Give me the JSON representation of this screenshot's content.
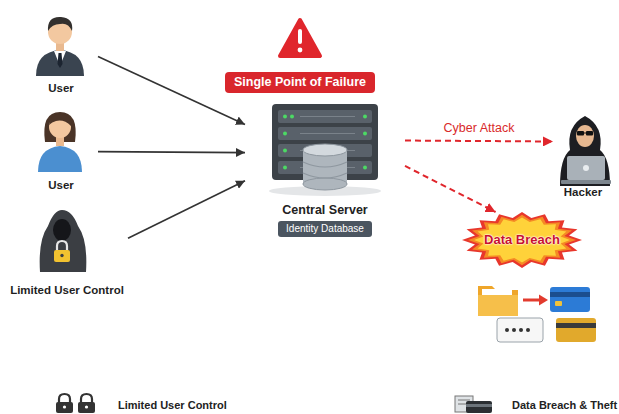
{
  "diagram": {
    "nodes": [
      {
        "text": [
          "User"
        ]
      },
      {
        "text": [
          "User"
        ]
      },
      {
        "text": [
          "Limited User Control"
        ]
      },
      {
        "text": [
          "Single Point of Failure"
        ]
      },
      {
        "text": [
          "Central Server"
        ]
      },
      {
        "text": [
          "Identity Database"
        ],
        "in": 4
      },
      {
        "text": [
          "Hacker"
        ]
      },
      {
        "text": [
          "Data Breach"
        ]
      }
    ],
    "edges": [
      {
        "from": 0,
        "to": 4,
        "arrow": "to"
      },
      {
        "from": 1,
        "to": 4,
        "arrow": "to"
      },
      {
        "from": 2,
        "to": 4,
        "arrow": "to"
      },
      {
        "from": 4,
        "to": 6,
        "label": "Cyber Attack",
        "arrow": "to"
      },
      {
        "from": 4,
        "to": 7,
        "arrow": "to"
      }
    ],
    "legend": [
      {
        "text": "Limited User Control"
      },
      {
        "text": "Data Breach & Theft"
      }
    ]
  }
}
